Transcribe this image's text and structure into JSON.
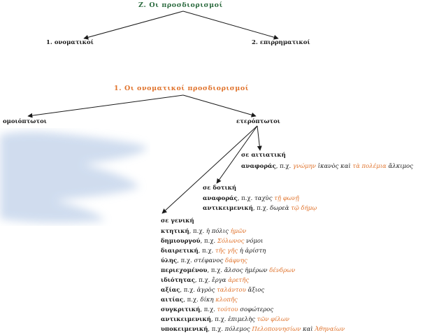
{
  "colors": {
    "green": "#2c6b3f",
    "orange": "#e0732c",
    "text": "#1a1a1a",
    "smudge": "#c8d7ec"
  },
  "diagram1": {
    "title": "Ζ. Οι προσδιορισμοί",
    "left": "1. ονοματικοί",
    "right": "2. επιρρηματικοί"
  },
  "diagram2": {
    "title": "1. Οι ονοματικοί προσδιορισμοί",
    "left": "ομοιόπτωτοι",
    "right": "ετερόπτωτοι"
  },
  "accusative": {
    "heading": "σε αιτιατική",
    "lines": [
      {
        "term": "αναφοράς",
        "pre": ", π.χ. ",
        "parts": [
          {
            "t": "γνώμην",
            "o": true
          },
          {
            "t": " ἱκανὸς καὶ ",
            "o": false
          },
          {
            "t": "τὰ πολέμια",
            "o": true
          },
          {
            "t": " ἄλκιμος",
            "o": false
          }
        ]
      }
    ]
  },
  "dative": {
    "heading": "σε δοτική",
    "lines": [
      {
        "term": "αναφοράς",
        "pre": ", π.χ. ",
        "parts": [
          {
            "t": "ταχὺς ",
            "o": false
          },
          {
            "t": "τῇ φωνῇ",
            "o": true
          }
        ]
      },
      {
        "term": "αντικειμενική",
        "pre": ", π.χ. ",
        "parts": [
          {
            "t": "δωρεὰ ",
            "o": false
          },
          {
            "t": "τῷ δήμῳ",
            "o": true
          }
        ]
      }
    ]
  },
  "genitive": {
    "heading": "σε γενική",
    "lines": [
      {
        "term": "κτητική",
        "pre": ", π.χ. ",
        "parts": [
          {
            "t": "ἡ πόλις ",
            "o": false
          },
          {
            "t": "ἡμῶν",
            "o": true
          }
        ]
      },
      {
        "term": "δημιουργού",
        "pre": ", π.χ. ",
        "parts": [
          {
            "t": "Σόλωνος",
            "o": true
          },
          {
            "t": " νόμοι",
            "o": false
          }
        ]
      },
      {
        "term": "διαιρετική",
        "pre": ", π.χ. ",
        "parts": [
          {
            "t": "τῆς γῆς",
            "o": true
          },
          {
            "t": " ἡ ἀρίστη",
            "o": false
          }
        ]
      },
      {
        "term": "ύλης",
        "pre": ", π.χ. ",
        "parts": [
          {
            "t": "στέφανος ",
            "o": false
          },
          {
            "t": "δάφνης",
            "o": true
          }
        ]
      },
      {
        "term": "περιεχομένου",
        "pre": ", π.χ. ",
        "parts": [
          {
            "t": "ἄλσος ἡμέρων ",
            "o": false
          },
          {
            "t": "δένδρων",
            "o": true
          }
        ]
      },
      {
        "term": "ιδιότητας",
        "pre": ", π.χ. ",
        "parts": [
          {
            "t": "ἔργα ",
            "o": false
          },
          {
            "t": "ἀρετῆς",
            "o": true
          }
        ]
      },
      {
        "term": "αξίας",
        "pre": ", π.χ. ",
        "parts": [
          {
            "t": "ἀγρὸς ",
            "o": false
          },
          {
            "t": "ταλάντου",
            "o": true
          },
          {
            "t": " ἄξιος",
            "o": false
          }
        ]
      },
      {
        "term": "αιτίας",
        "pre": ", π.χ. ",
        "parts": [
          {
            "t": "δίκη ",
            "o": false
          },
          {
            "t": "κλοπῆς",
            "o": true
          }
        ]
      },
      {
        "term": "συγκριτική",
        "pre": ", π.χ. ",
        "parts": [
          {
            "t": "τούτου",
            "o": true
          },
          {
            "t": " σοφώτερος",
            "o": false
          }
        ]
      },
      {
        "term": "αντικειμενική",
        "pre": ", π.χ. ",
        "parts": [
          {
            "t": "ἐπιμελὴς ",
            "o": false
          },
          {
            "t": "τῶν φίλων",
            "o": true
          }
        ]
      },
      {
        "term": "υποκειμενική",
        "pre": ", π.χ. ",
        "parts": [
          {
            "t": "πόλεμος ",
            "o": false
          },
          {
            "t": "Πελοποννησίων",
            "o": true
          },
          {
            "t": " καὶ ",
            "o": false
          },
          {
            "t": "Ἀθηναίων",
            "o": true
          }
        ]
      }
    ]
  }
}
